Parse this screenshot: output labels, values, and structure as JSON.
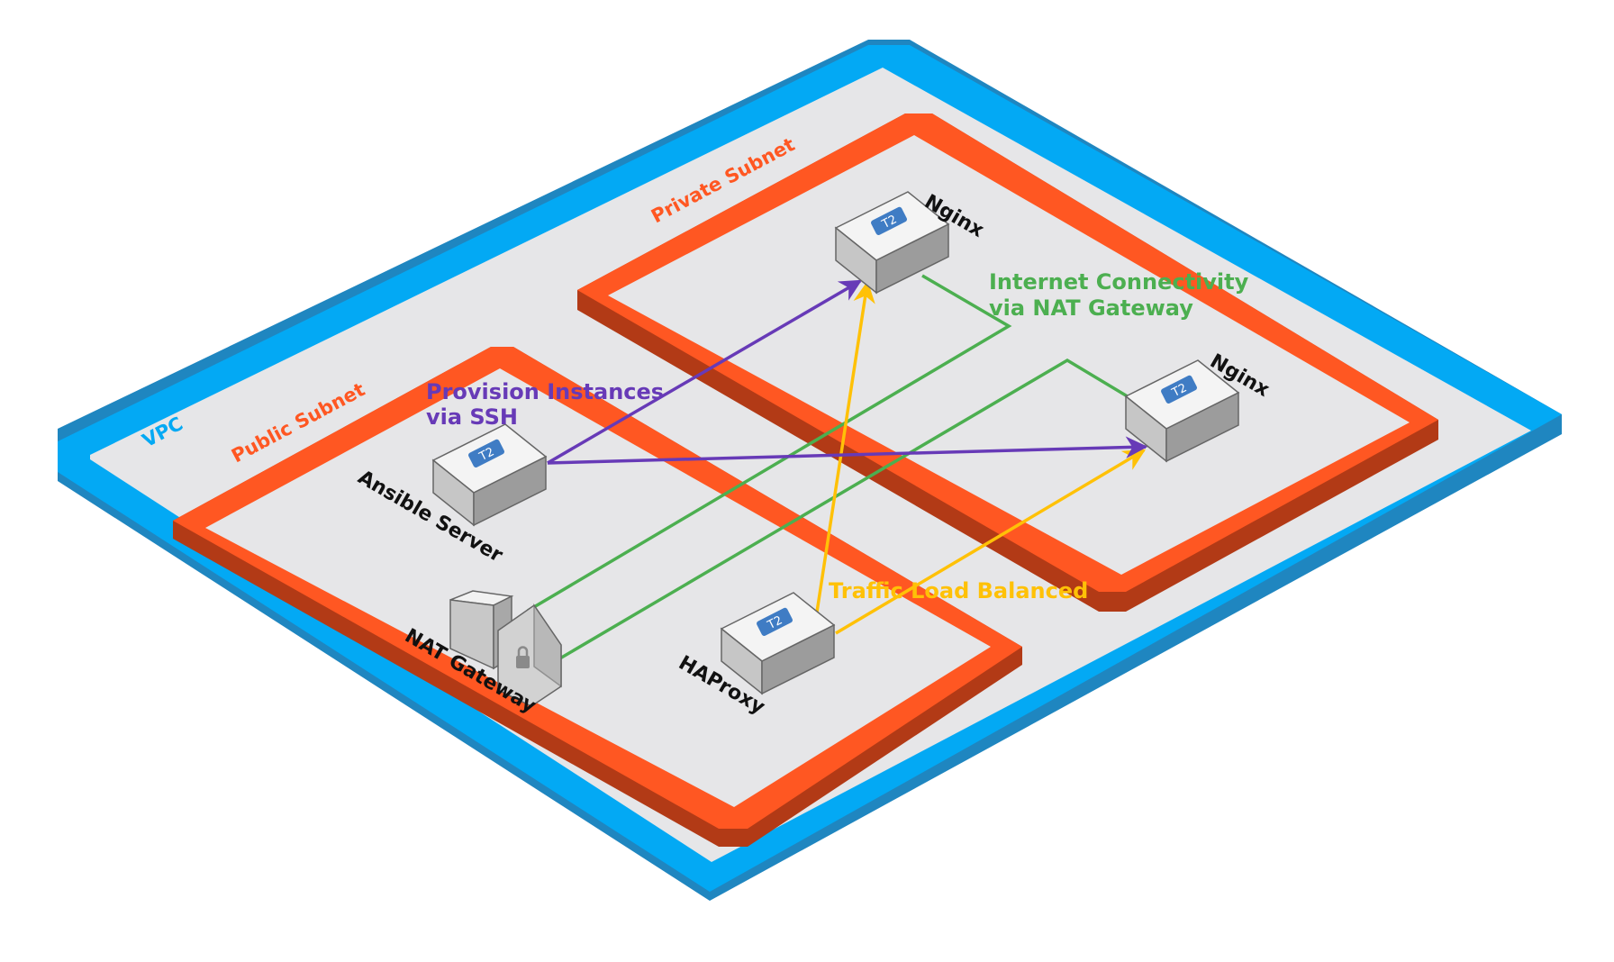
{
  "vpc": {
    "label": "VPC",
    "color": "#03a9f4"
  },
  "public_subnet": {
    "label": "Public Subnet",
    "color": "#ff5722"
  },
  "private_subnet": {
    "label": "Private Subnet",
    "color": "#ff5722"
  },
  "nodes": {
    "ansible": {
      "label": "Ansible Server",
      "badge": "T2"
    },
    "nat": {
      "label": "NAT Gateway",
      "icon": "nat-gateway-lock-icon"
    },
    "haproxy": {
      "label": "HAProxy",
      "badge": "T2"
    },
    "nginx1": {
      "label": "Nginx",
      "badge": "T2"
    },
    "nginx2": {
      "label": "Nginx",
      "badge": "T2"
    }
  },
  "annotations": {
    "provision": {
      "line1": "Provision Instances",
      "line2": "via SSH",
      "color": "#673ab7"
    },
    "internet": {
      "line1": "Internet Connectivity",
      "line2": "via NAT Gateway",
      "color": "#4caf50"
    },
    "traffic": {
      "line1": "Traffic Load Balanced",
      "color": "#ffc107"
    }
  }
}
